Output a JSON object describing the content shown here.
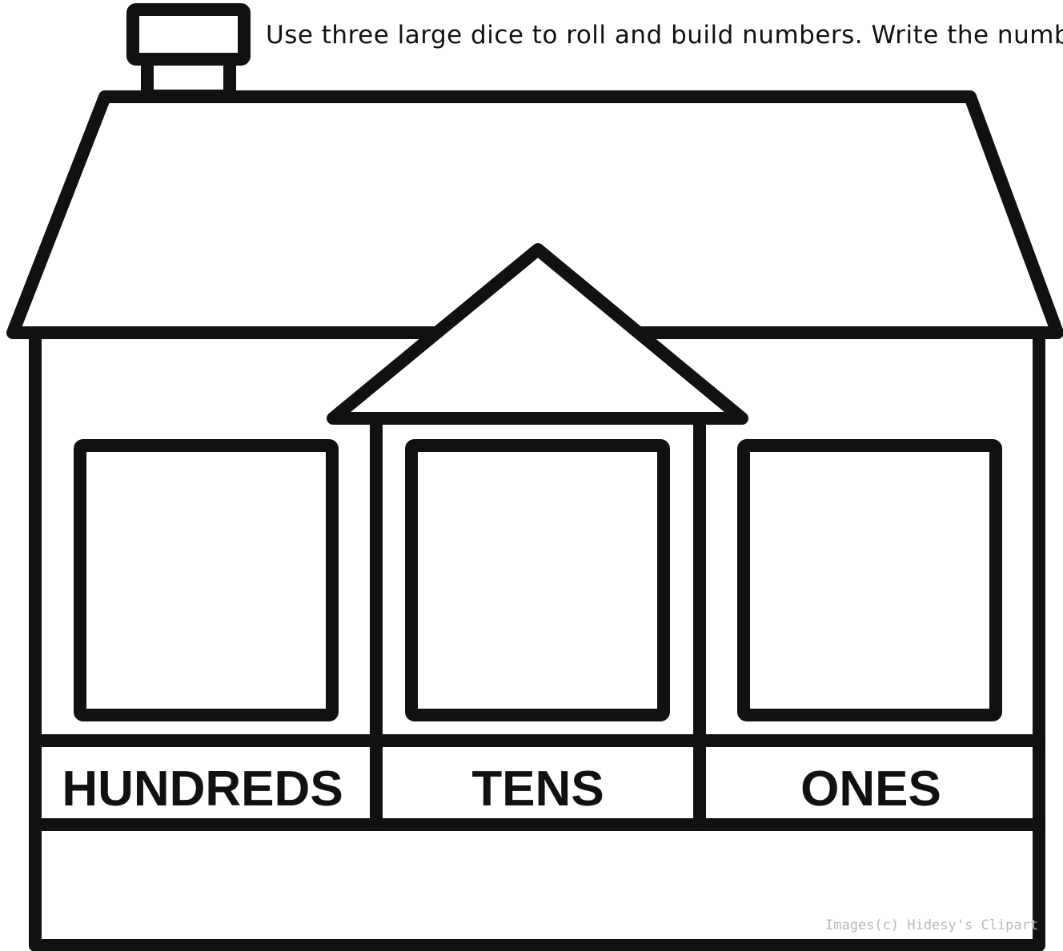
{
  "worksheet": {
    "instructions": "Use three large dice to roll and build numbers. Write the numbe",
    "place_values": {
      "hundreds": "HUNDREDS",
      "tens": "TENS",
      "ones": "ONES"
    },
    "credit": "Images(c) Hidesy's Clipart",
    "colors": {
      "line": "#111111",
      "background": "#ffffff",
      "credit": "#b9b9b9"
    }
  }
}
